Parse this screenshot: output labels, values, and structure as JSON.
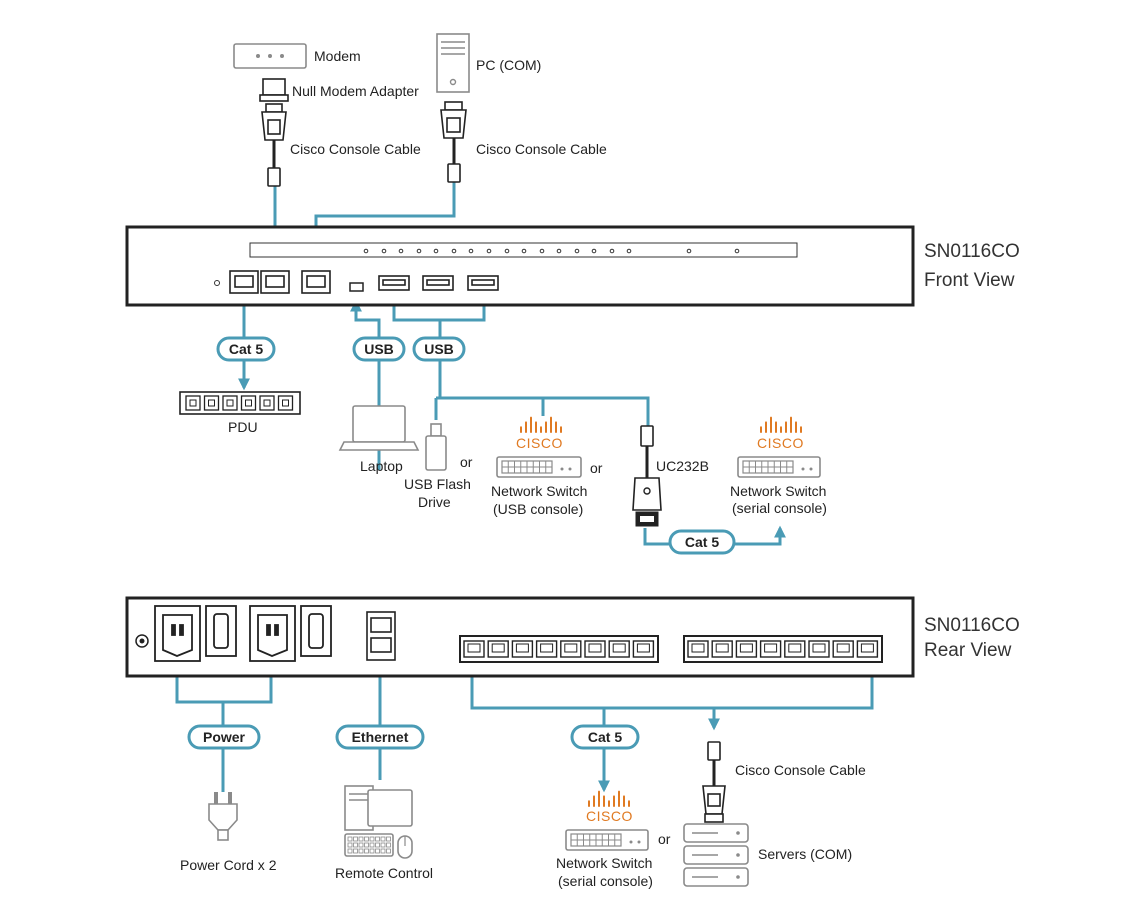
{
  "colors": {
    "cable": "#4a9bb5",
    "cisco": "#e07a22",
    "chassis": "#222222",
    "device": "#8a8a8a"
  },
  "front": {
    "title_line1": "SN0116CO",
    "title_line2": "Front View"
  },
  "rear": {
    "title_line1": "SN0116CO",
    "title_line2": "Rear View"
  },
  "labels": {
    "modem": "Modem",
    "pc_com": "PC (COM)",
    "null_modem_adapter": "Null Modem Adapter",
    "cisco_console_cable_1": "Cisco Console Cable",
    "cisco_console_cable_2": "Cisco Console Cable",
    "pdu": "PDU",
    "laptop": "Laptop",
    "or_1": "or",
    "usb_flash_drive_line1": "USB Flash",
    "usb_flash_drive_line2": "Drive",
    "cisco_logo_1": "CISCO",
    "network_switch_usb_line1": "Network Switch",
    "network_switch_usb_line2": "(USB console)",
    "or_2": "or",
    "uc232b": "UC232B",
    "cisco_logo_2": "CISCO",
    "network_switch_serial_line1": "Network Switch",
    "network_switch_serial_line2": "(serial console)",
    "power_cord": "Power Cord x 2",
    "remote_control": "Remote Control",
    "cisco_console_cable_3": "Cisco Console Cable",
    "cisco_logo_3": "CISCO",
    "or_3": "or",
    "servers_com": "Servers (COM)",
    "network_switch_serial_rear_line1": "Network Switch",
    "network_switch_serial_rear_line2": "(serial console)"
  },
  "pills": {
    "cat5_front": "Cat 5",
    "usb_1": "USB",
    "usb_2": "USB",
    "cat5_uc232b": "Cat 5",
    "power": "Power",
    "ethernet": "Ethernet",
    "cat5_rear": "Cat 5"
  }
}
